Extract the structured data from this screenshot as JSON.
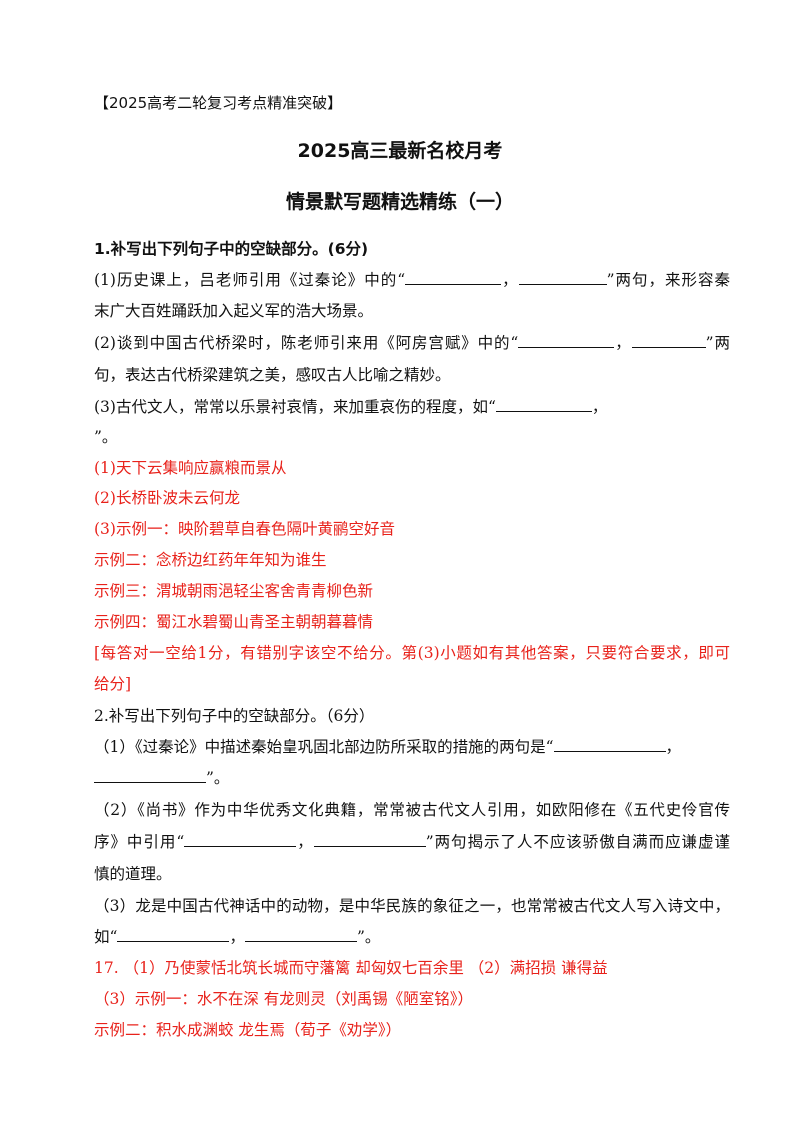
{
  "header": {
    "tag": "【2025高考二轮复习考点精准突破】",
    "title": "2025高三最新名校月考",
    "subtitle": "情景默写题精选精练（一）"
  },
  "q1": {
    "heading": "1.补写出下列句子中的空缺部分。(6分)",
    "p1_a": "(1)历史课上，吕老师引用《过秦论》中的“",
    "p1_sep": "，",
    "p1_b": "”两句，来形容秦",
    "p1_c": "末广大百姓踊跃加入起义军的浩大场景。",
    "p2_a": "(2)谈到中国古代桥梁时，陈老师引来用《阿房宫赋》中的“",
    "p2_sep": "，",
    "p2_b": "”两",
    "p2_c": "句，表达古代桥梁建筑之美，感叹古人比喻之精妙。",
    "p3_a": "(3)古代文人，常常以乐景衬哀情，来加重哀伤的程度，如“",
    "p3_sep": "，",
    "p3_c": "”。",
    "answers": [
      "(1)天下云集响应赢粮而景从",
      "(2)长桥卧波未云何龙",
      "(3)示例一：映阶碧草自春色隔叶黄鹂空好音",
      "示例二：念桥边红药年年知为谁生",
      "示例三：渭城朝雨浥轻尘客舍青青柳色新",
      "示例四：蜀江水碧蜀山青圣主朝朝暮暮情"
    ],
    "scoring_a": "[每答对一空给1分，有错别字该空不给分。第(3)小题如有其他答案，只要符合要求，即可",
    "scoring_b": "给分]"
  },
  "q2": {
    "heading": "2.补写出下列句子中的空缺部分。（6分）",
    "p1_a": "（1）《过秦论》中描述秦始皇巩固北部边防所采取的措施的两句是“",
    "p1_sep": "，",
    "p1_c": "”。",
    "p2_a": "（2）《尚书》作为中华优秀文化典籍，常常被古代文人引用，如欧阳修在《五代史伶官传",
    "p2_b": "序》中引用“",
    "p2_sep": "，",
    "p2_c": "”两句揭示了人不应该骄傲自满而应谦虚谨",
    "p2_d": "慎的道理。",
    "p3_a": "（3）龙是中国古代神话中的动物，是中华民族的象征之一，也常常被古代文人写入诗文中，",
    "p3_b": "如“",
    "p3_sep": "，",
    "p3_c": "”。",
    "answer1": "17. （1）乃使蒙恬北筑长城而守藩篱  却匈奴七百余里  （2）满招损  谦得益",
    "answer2": "（3）示例一：水不在深  有龙则灵（刘禹锡《陋室铭》）",
    "answer3": "示例二：积水成渊蛟  龙生焉（荀子《劝学》）"
  }
}
